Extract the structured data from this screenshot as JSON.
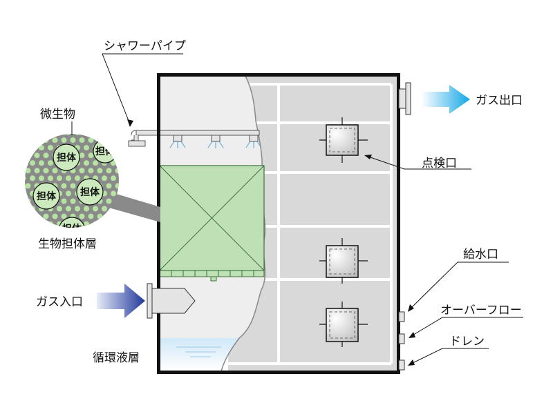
{
  "labels": {
    "shower_pipe": "シャワーパイプ",
    "microbe": "微生物",
    "carrier": "担体",
    "bio_carrier_layer": "生物担体層",
    "gas_inlet": "ガス入口",
    "circulation_liquid_layer": "循環液層",
    "gas_outlet": "ガス出口",
    "inspection_port": "点検口",
    "water_supply_port": "給水口",
    "overflow": "オーバーフロー",
    "drain": "ドレン"
  },
  "colors": {
    "outline": "#111111",
    "tank_interior": "#eeeeee",
    "panel": "#d9d9d9",
    "media_fill": "#bfe0b4",
    "media_line": "#3a6e3a",
    "bacteria_dot": "#b6e3a2",
    "carrier_ball": "#cdeabf",
    "zoom_bg": "#8a8a8a",
    "inlet_arrow": "#22379a",
    "outlet_arrow": "#14a6e6",
    "liquid": "#cfe8f8"
  },
  "icons": {
    "inlet_arrow": "arrow-right-icon",
    "outlet_arrow": "arrow-right-icon"
  }
}
